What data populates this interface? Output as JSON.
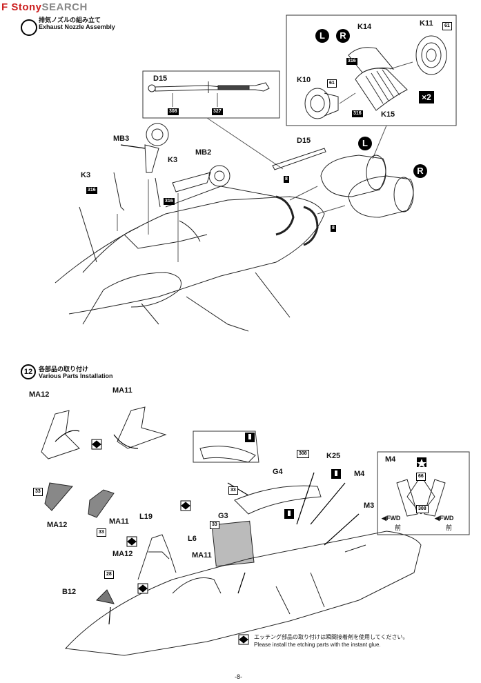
{
  "watermark": {
    "red": "F Stony",
    "grey": "SEARCH"
  },
  "step11": {
    "title_jp": "排気ノズルの組み立て",
    "title_en": "Exhaust Nozzle Assembly"
  },
  "step12": {
    "number": "12",
    "title_jp": "各部品の取り付け",
    "title_en": "Various Parts Installation"
  },
  "parts": {
    "d15_top": "D15",
    "d15_mid": "D15",
    "k14": "K14",
    "k11": "K11",
    "k10": "K10",
    "k15": "K15",
    "mb3": "MB3",
    "k3_left": "K3",
    "k3_mid": "K3",
    "mb2": "MB2",
    "ma12_top": "MA12",
    "ma11_top": "MA11",
    "ma12_mid": "MA12",
    "ma11_mid": "MA11",
    "l19": "L19",
    "l6": "L6",
    "ma12_low": "MA12",
    "ma11_low": "MA11",
    "b12": "B12",
    "g3": "G3",
    "g4": "G4",
    "k25": "K25",
    "m4_label": "M4",
    "m3": "M3",
    "m4_box": "M4"
  },
  "codes": {
    "c308a": "308",
    "c327": "327",
    "c316a": "316",
    "c61a": "61",
    "c61b": "61",
    "c316b": "316",
    "c316c": "316",
    "c316d": "316",
    "c8a": "8",
    "c8b": "8",
    "c33a": "33",
    "c33b": "33",
    "c33c": "33",
    "c33d": "33",
    "c28": "28",
    "c308b": "308",
    "c66": "66",
    "c308c": "308"
  },
  "marks": {
    "L": "L",
    "R": "R",
    "L2": "L",
    "R2": "R",
    "x2": "×2"
  },
  "m4box": {
    "fwd_left": "FWD",
    "fwd_left_jp": "前",
    "fwd_right": "FWD",
    "fwd_right_jp": "前"
  },
  "note": {
    "jp": "エッチング部品の取り付けは瞬間接着剤を使用してください。",
    "en": "Please install the etching parts with the instant glue."
  },
  "page_number": "-8-"
}
